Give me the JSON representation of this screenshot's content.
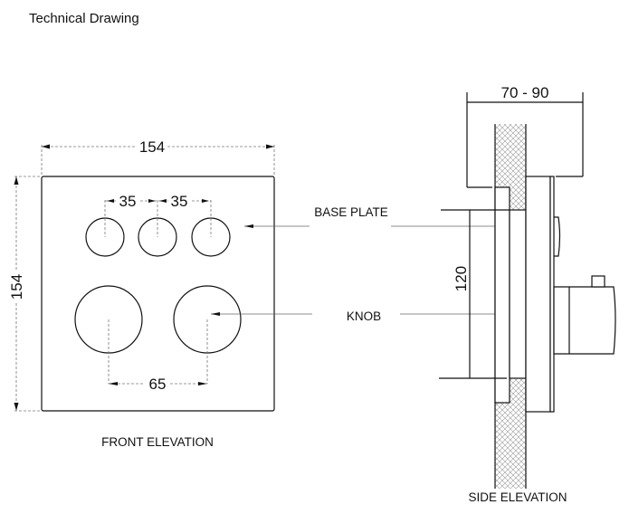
{
  "title": "Technical Drawing",
  "front_elevation": {
    "caption": "FRONT ELEVATION",
    "width_label": "154",
    "height_label": "154",
    "small_spacing_labels": [
      "35",
      "35"
    ],
    "large_spacing_label": "65"
  },
  "side_elevation": {
    "caption": "SIDE ELEVATION",
    "depth_label": "70 - 90",
    "height_label": "120"
  },
  "callouts": {
    "base_plate": "BASE PLATE",
    "knob": "KNOB"
  }
}
